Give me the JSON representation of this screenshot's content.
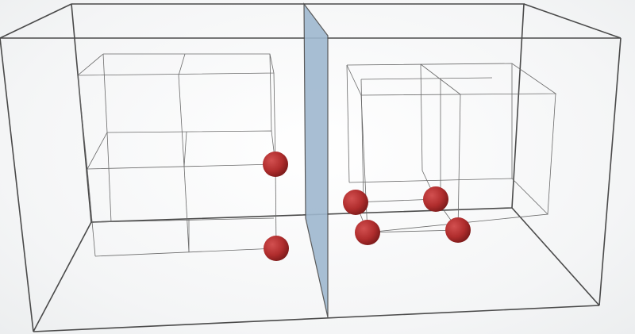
{
  "colors": {
    "sphere": "#b22f2f",
    "divider": "#9fb8cf",
    "edge": "#4a4a4a"
  },
  "spheres": [
    {
      "id": "left-top"
    },
    {
      "id": "left-bottom"
    },
    {
      "id": "right-1"
    },
    {
      "id": "right-2"
    },
    {
      "id": "right-3"
    },
    {
      "id": "right-4"
    }
  ]
}
